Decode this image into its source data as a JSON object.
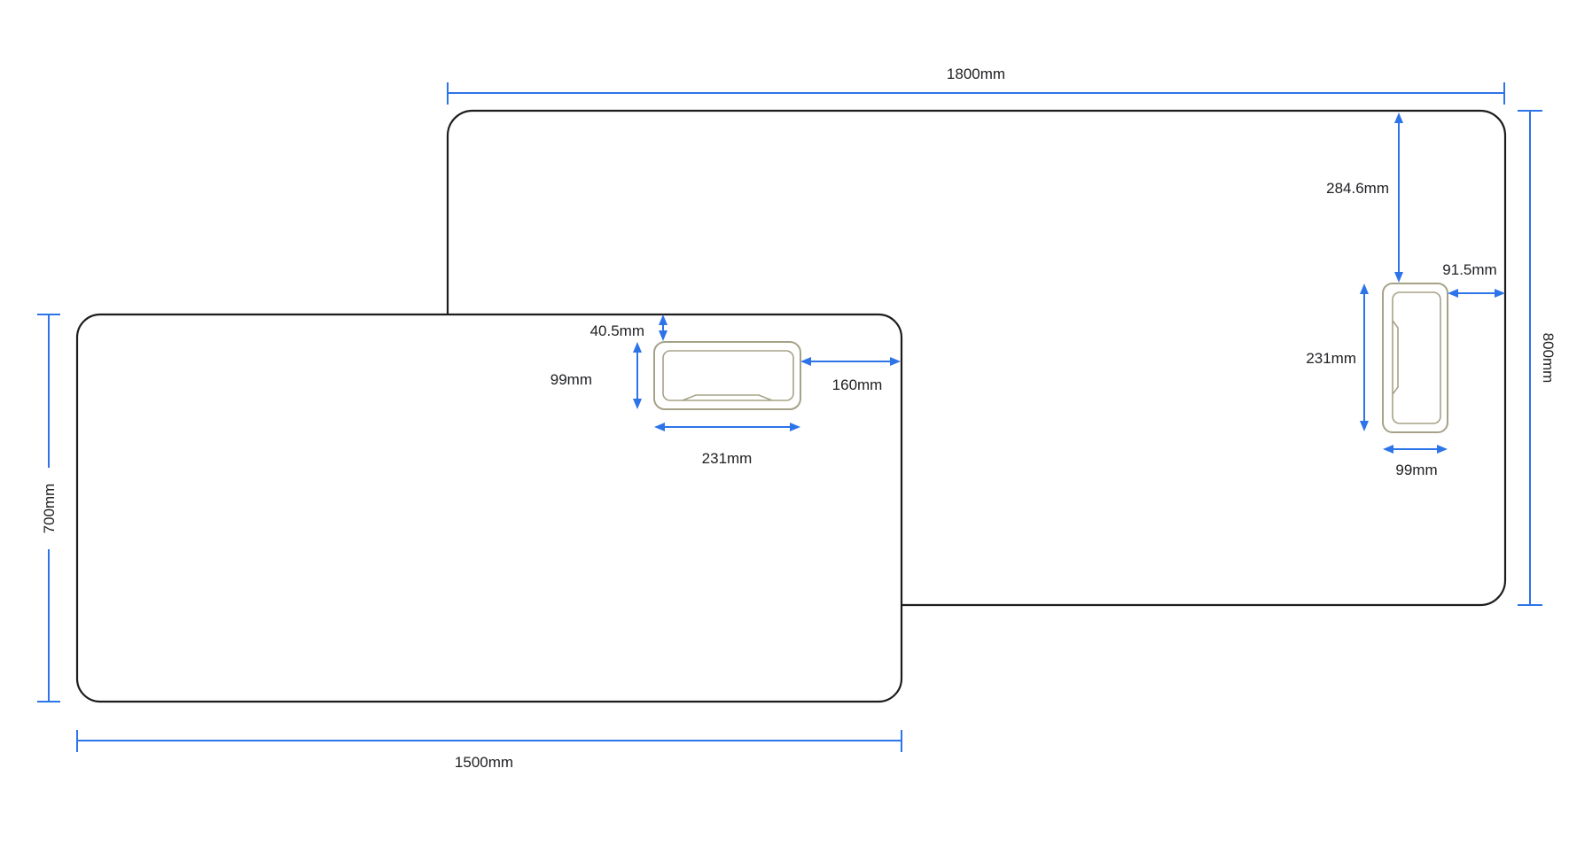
{
  "colors": {
    "dimension_blue": "#2e74e9",
    "panel_outline": "#1d1d1d",
    "grommet_outline": "#a6a287",
    "background": "#ffffff",
    "label_text": "#202124"
  },
  "panels": {
    "large": {
      "width_label": "1800mm",
      "height_label": "800mm",
      "grommet": {
        "top_offset_label": "284.6mm",
        "right_offset_label": "91.5mm",
        "height_label": "231mm",
        "width_label": "99mm"
      }
    },
    "small": {
      "width_label": "1500mm",
      "height_label": "700mm",
      "grommet": {
        "top_offset_label": "40.5mm",
        "height_label": "99mm",
        "right_offset_label": "160mm",
        "width_label": "231mm"
      }
    }
  }
}
